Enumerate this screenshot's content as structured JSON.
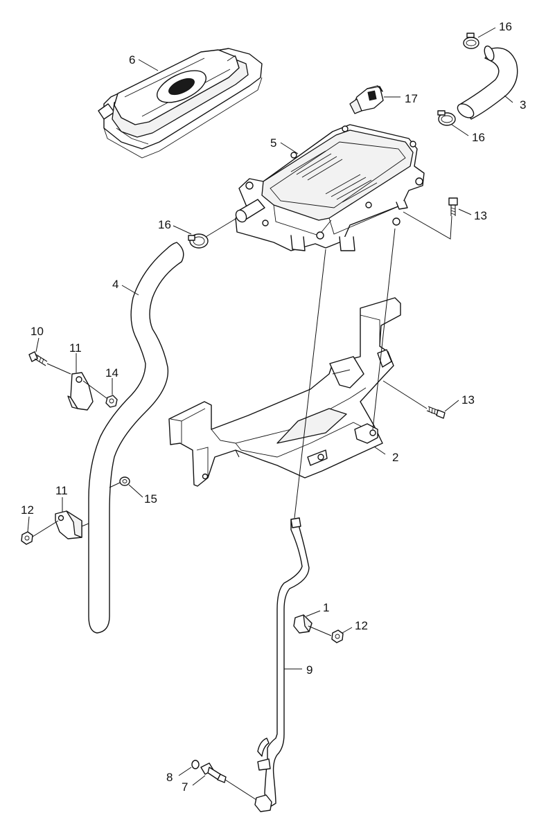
{
  "callouts": {
    "c1": "1",
    "c2": "2",
    "c3": "3",
    "c4": "4",
    "c5": "5",
    "c6": "6",
    "c7": "7",
    "c8": "8",
    "c9": "9",
    "c10": "10",
    "c11a": "11",
    "c11b": "11",
    "c12a": "12",
    "c12b": "12",
    "c13a": "13",
    "c13b": "13",
    "c14": "14",
    "c15": "15",
    "c16a": "16",
    "c16b": "16",
    "c16c": "16",
    "c17": "17"
  },
  "colors": {
    "line": "#111111",
    "background": "#ffffff"
  }
}
